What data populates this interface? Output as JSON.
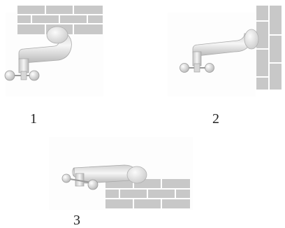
{
  "panels": [
    {
      "label": "1",
      "wall_side": "top"
    },
    {
      "label": "2",
      "wall_side": "right"
    },
    {
      "label": "3",
      "wall_side": "bottom"
    }
  ],
  "colors": {
    "brick_fill": "#c8c8c8",
    "mortar": "#ffffff",
    "pipe_light": "#f4f4f4",
    "pipe_shade": "#bdbdbd",
    "label_text": "#222222"
  }
}
